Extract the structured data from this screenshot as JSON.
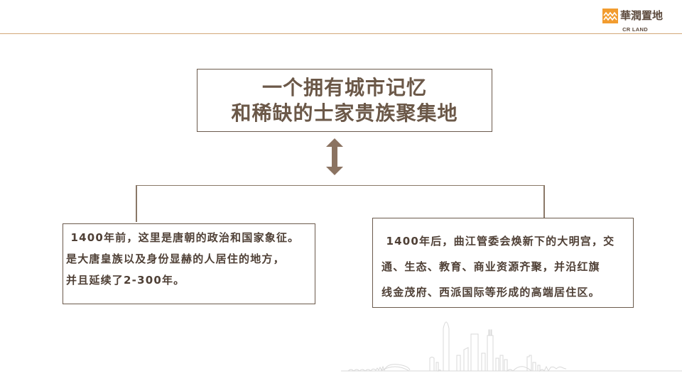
{
  "header": {
    "logo": {
      "icon": "cr-land-logo-mark",
      "cn_text": "華潤置地",
      "en_text": "CR LAND",
      "brand_color": "#f29c2f"
    },
    "rule_color": "#d3a878"
  },
  "title_box": {
    "line1": "一个拥有城市记忆",
    "line2": "和稀缺的士家贵族聚集地"
  },
  "connector": {
    "icon": "double-arrow-vertical-icon",
    "color": "#8a7868"
  },
  "cards": [
    {
      "lines": [
        " 1400年前，这里是唐朝的政治和国家象征。",
        "是大唐皇族以及身份显赫的人居住的地方，",
        "并且延续了2-300年。"
      ]
    },
    {
      "lines": [
        " 1400年后，曲江管委会焕新下的大明宫，交",
        "通、生态、教育、商业资源齐聚，并沿红旗",
        "线金茂府、西派国际等形成的高端居住区。"
      ]
    }
  ],
  "footer": {
    "decoration": "city-skyline-outline"
  }
}
